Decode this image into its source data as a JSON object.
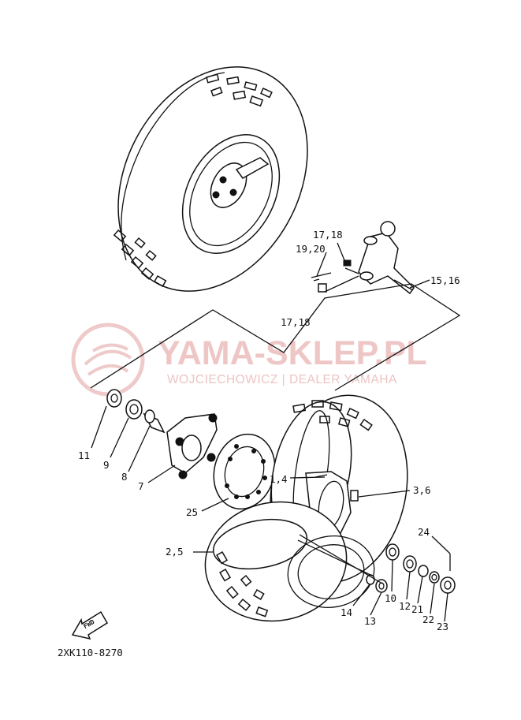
{
  "diagram_code": "2XK110-8270",
  "fwd_label": "FWD",
  "watermark": {
    "title": "YAMA-SKLEP.PL",
    "subtitle": "WOJCIECHOWICZ | DEALER YAMAHA"
  },
  "callouts": [
    {
      "id": "c-17-18-top",
      "label": "17,18"
    },
    {
      "id": "c-19-20",
      "label": "19,20"
    },
    {
      "id": "c-15-16",
      "label": "15,16"
    },
    {
      "id": "c-17-18-bottom",
      "label": "17,18"
    },
    {
      "id": "c-11",
      "label": "11"
    },
    {
      "id": "c-9",
      "label": "9"
    },
    {
      "id": "c-8",
      "label": "8"
    },
    {
      "id": "c-7",
      "label": "7"
    },
    {
      "id": "c-1-4",
      "label": "1,4"
    },
    {
      "id": "c-3-6",
      "label": "3,6"
    },
    {
      "id": "c-25",
      "label": "25"
    },
    {
      "id": "c-2-5",
      "label": "2,5"
    },
    {
      "id": "c-24",
      "label": "24"
    },
    {
      "id": "c-14",
      "label": "14"
    },
    {
      "id": "c-13",
      "label": "13"
    },
    {
      "id": "c-10",
      "label": "10"
    },
    {
      "id": "c-12",
      "label": "12"
    },
    {
      "id": "c-21",
      "label": "21"
    },
    {
      "id": "c-22",
      "label": "22"
    },
    {
      "id": "c-23",
      "label": "23"
    }
  ]
}
